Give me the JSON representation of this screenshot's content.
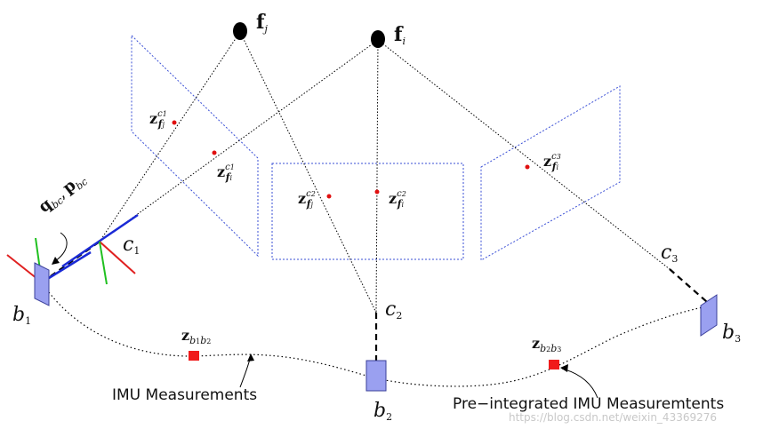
{
  "features": [
    {
      "id": "fj",
      "bold": "f",
      "sub": "j"
    },
    {
      "id": "fi",
      "bold": "f",
      "sub": "i"
    }
  ],
  "cameras": [
    "c",
    "c",
    "c"
  ],
  "camera_subs": [
    "1",
    "2",
    "3"
  ],
  "bodies": [
    "b",
    "b",
    "b"
  ],
  "body_subs": [
    "1",
    "2",
    "3"
  ],
  "observations": {
    "z_fj_c1": {
      "base": "z",
      "feat": "f",
      "fsub": "j",
      "sup": "c",
      "supsub": "1"
    },
    "z_fi_c1": {
      "base": "z",
      "feat": "f",
      "fsub": "i",
      "sup": "c",
      "supsub": "1"
    },
    "z_fj_c2": {
      "base": "z",
      "feat": "f",
      "fsub": "j",
      "sup": "c",
      "supsub": "2"
    },
    "z_fi_c2": {
      "base": "z",
      "feat": "f",
      "fsub": "i",
      "sup": "c",
      "supsub": "2"
    },
    "z_fi_c3": {
      "base": "z",
      "feat": "f",
      "fsub": "i",
      "sup": "c",
      "supsub": "3"
    }
  },
  "extrinsic": {
    "q": "q",
    "q_sub": "bc",
    "sep": ",",
    "p": "p",
    "p_sub": "bc"
  },
  "preint": {
    "z12": {
      "base": "z",
      "sub": "b",
      "sub1": "1",
      "sub2": "b",
      "sub3": "2"
    },
    "z23": {
      "base": "z",
      "sub": "b",
      "sub1": "2",
      "sub2": "b",
      "sub3": "3"
    }
  },
  "annotations": {
    "imu": "IMU Measurements",
    "preint": "Pre−integrated IMU Measuremtents"
  },
  "watermark": "https://blog.csdn.net/weixin_43369276",
  "colors": {
    "plane": "#3a4fd6",
    "body_fill": "#9aa0f0",
    "body_stroke": "#3a3f9a",
    "point": "#e01010",
    "preint_box": "#f01a1a",
    "axis_red": "#e02020",
    "axis_green": "#20c020",
    "axis_blue": "#1a2ad6",
    "feature": "#000000"
  }
}
